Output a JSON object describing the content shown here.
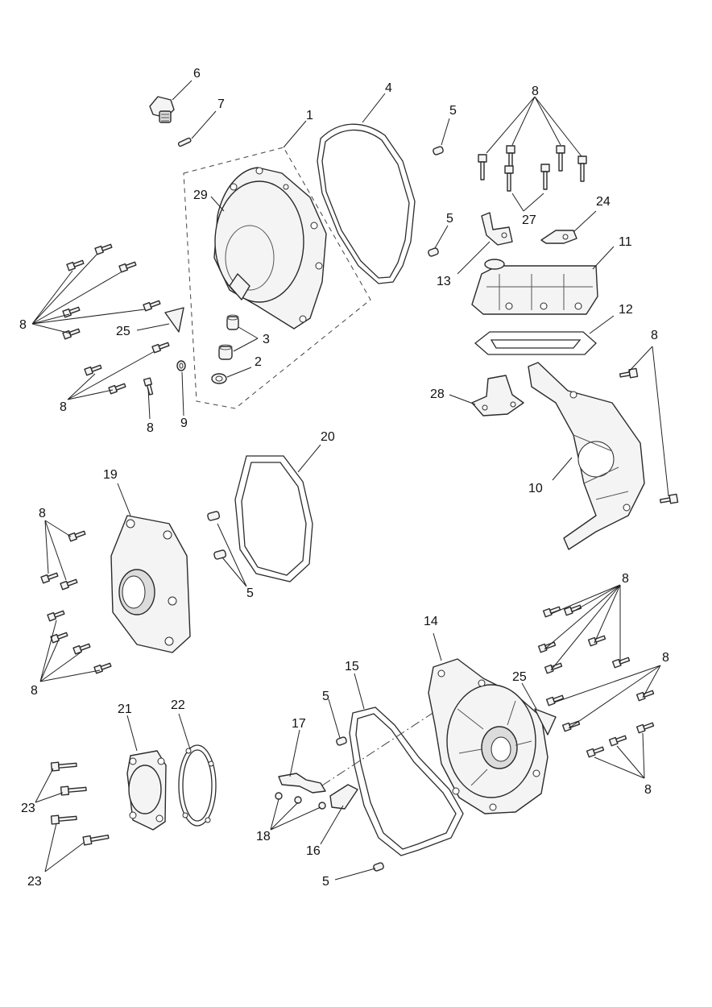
{
  "diagram": {
    "callouts": [
      {
        "id": "c6",
        "text": "6"
      },
      {
        "id": "c7",
        "text": "7"
      },
      {
        "id": "c1",
        "text": "1"
      },
      {
        "id": "c4",
        "text": "4"
      },
      {
        "id": "c5a",
        "text": "5"
      },
      {
        "id": "c8a",
        "text": "8"
      },
      {
        "id": "c29",
        "text": "29"
      },
      {
        "id": "c5b",
        "text": "5"
      },
      {
        "id": "c24",
        "text": "24"
      },
      {
        "id": "c27",
        "text": "27"
      },
      {
        "id": "c11",
        "text": "11"
      },
      {
        "id": "c13",
        "text": "13"
      },
      {
        "id": "c8b",
        "text": "8"
      },
      {
        "id": "c25a",
        "text": "25"
      },
      {
        "id": "c3",
        "text": "3"
      },
      {
        "id": "c12",
        "text": "12"
      },
      {
        "id": "c8c",
        "text": "8"
      },
      {
        "id": "c2",
        "text": "2"
      },
      {
        "id": "c28",
        "text": "28"
      },
      {
        "id": "c8d",
        "text": "8"
      },
      {
        "id": "c8e",
        "text": "8"
      },
      {
        "id": "c9",
        "text": "9"
      },
      {
        "id": "c20",
        "text": "20"
      },
      {
        "id": "c19",
        "text": "19"
      },
      {
        "id": "c10",
        "text": "10"
      },
      {
        "id": "c8f",
        "text": "8"
      },
      {
        "id": "c5c",
        "text": "5"
      },
      {
        "id": "c8g",
        "text": "8"
      },
      {
        "id": "c14",
        "text": "14"
      },
      {
        "id": "c8h",
        "text": "8"
      },
      {
        "id": "c15",
        "text": "15"
      },
      {
        "id": "c25b",
        "text": "25"
      },
      {
        "id": "c8i",
        "text": "8"
      },
      {
        "id": "c5d",
        "text": "5"
      },
      {
        "id": "c21",
        "text": "21"
      },
      {
        "id": "c22",
        "text": "22"
      },
      {
        "id": "c17",
        "text": "17"
      },
      {
        "id": "c23a",
        "text": "23"
      },
      {
        "id": "c8j",
        "text": "8"
      },
      {
        "id": "c18",
        "text": "18"
      },
      {
        "id": "c16",
        "text": "16"
      },
      {
        "id": "c23b",
        "text": "23"
      },
      {
        "id": "c5e",
        "text": "5"
      }
    ]
  }
}
